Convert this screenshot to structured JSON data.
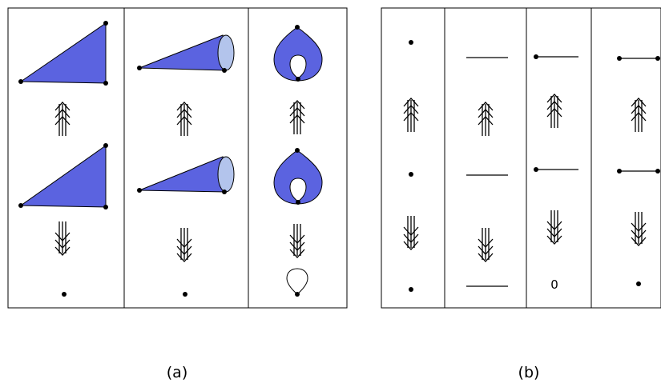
{
  "figure": {
    "panel_a": {
      "label": "(a)",
      "columns": [
        {
          "id": "triangle",
          "rows": [
            "filled-triangle",
            "up-arrows",
            "filled-triangle",
            "down-arrows",
            "point"
          ]
        },
        {
          "id": "cone",
          "rows": [
            "filled-cone",
            "up-arrows",
            "filled-cone",
            "down-arrows",
            "point"
          ]
        },
        {
          "id": "teardrop",
          "rows": [
            "teardrop-with-hole",
            "up-arrows",
            "teardrop-with-hole",
            "down-arrows",
            "empty-loop"
          ]
        }
      ]
    },
    "panel_b": {
      "label": "(b)",
      "zero_label": "0",
      "columns": [
        {
          "id": "point",
          "rows": [
            "point",
            "up-arrows",
            "point",
            "down-arrows",
            "point"
          ]
        },
        {
          "id": "open-segment",
          "rows": [
            "open-segment",
            "up-arrows",
            "open-segment",
            "down-arrows",
            "open-segment"
          ]
        },
        {
          "id": "half-closed-segment",
          "rows": [
            "half-closed-segment",
            "up-arrows",
            "half-closed-segment",
            "down-arrows",
            "zero"
          ]
        },
        {
          "id": "closed-segment",
          "rows": [
            "closed-segment",
            "up-arrows",
            "closed-segment",
            "down-arrows",
            "point"
          ]
        }
      ]
    },
    "colors": {
      "fill": "#5b63e0",
      "light_fill": "#b3c4ec",
      "stroke": "#000000",
      "background": "#ffffff"
    }
  }
}
